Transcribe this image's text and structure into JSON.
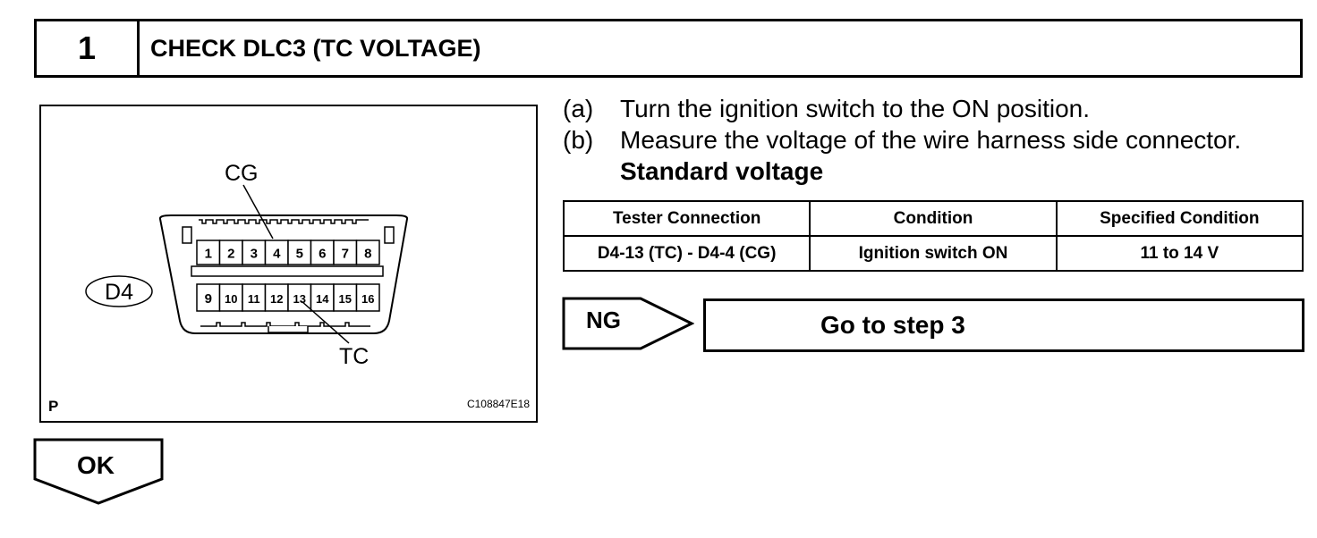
{
  "header": {
    "step_number": "1",
    "title": "CHECK DLC3 (TC VOLTAGE)"
  },
  "figure": {
    "connector_label": "D4",
    "callout_top": "CG",
    "callout_bottom": "TC",
    "top_pins": [
      "1",
      "2",
      "3",
      "4",
      "5",
      "6",
      "7",
      "8"
    ],
    "bottom_pins": [
      "9",
      "10",
      "11",
      "12",
      "13",
      "14",
      "15",
      "16"
    ],
    "corner_mark": "P",
    "figure_id": "C108847E18"
  },
  "instructions": [
    {
      "key": "(a)",
      "text": "Turn the ignition switch to the ON position."
    },
    {
      "key": "(b)",
      "text": "Measure the voltage of the wire harness side connector."
    }
  ],
  "standard_label": "Standard voltage",
  "spec_table": {
    "headers": [
      "Tester Connection",
      "Condition",
      "Specified Condition"
    ],
    "rows": [
      [
        "D4-13 (TC) - D4-4 (CG)",
        "Ignition switch ON",
        "11 to 14 V"
      ]
    ]
  },
  "ng": {
    "label": "NG",
    "action": "Go to step 3"
  },
  "ok": {
    "label": "OK"
  }
}
